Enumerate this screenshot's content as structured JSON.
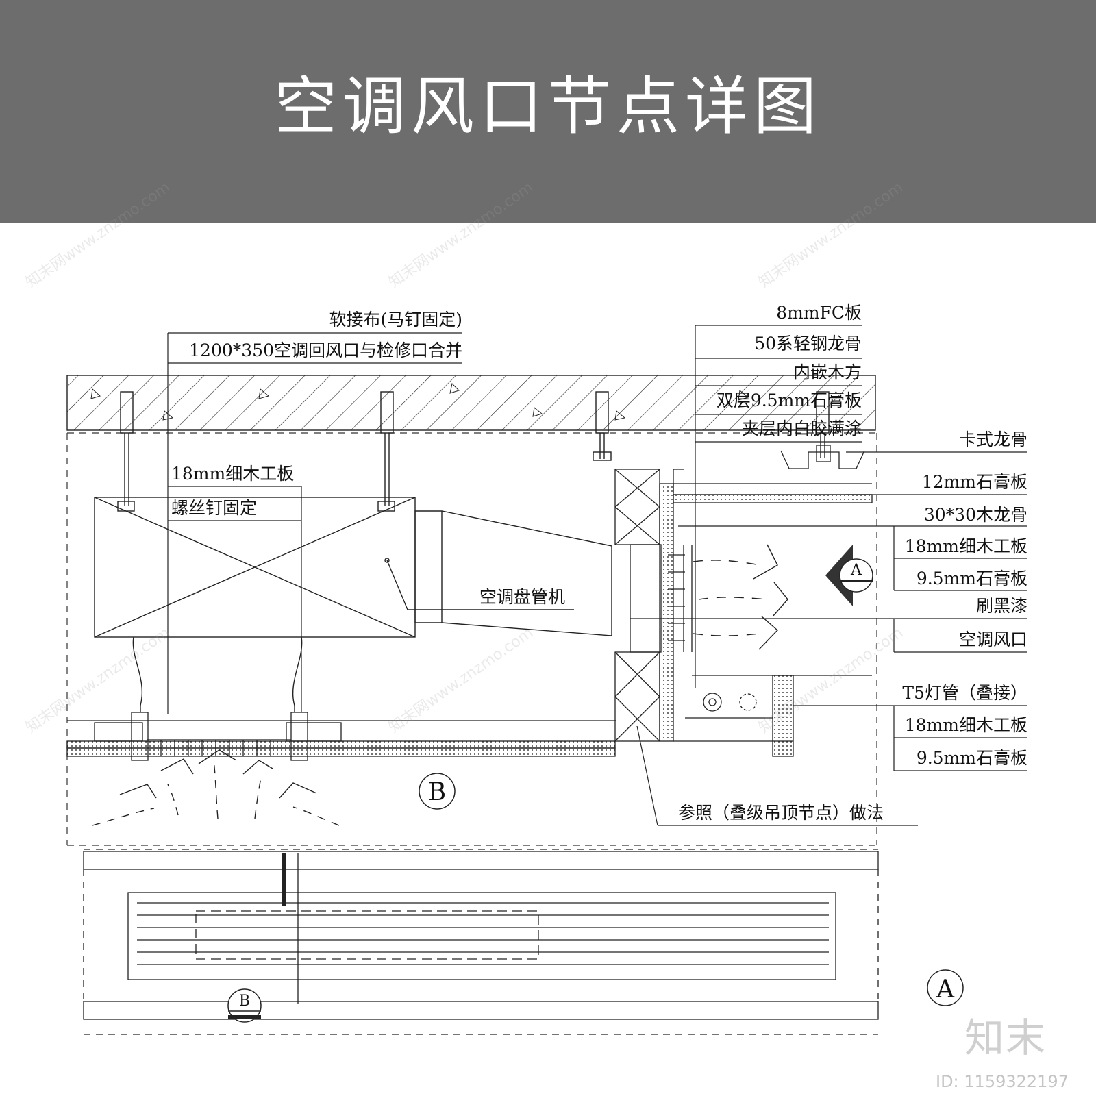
{
  "header": {
    "title": "空调风口节点详图"
  },
  "labels": {
    "soft_cloth": "软接布(马钉固定)",
    "return_vent": "1200*350空调回风口与检修口合并",
    "board18_top": "18mm细木工板",
    "screw_fix": "螺丝钉固定",
    "fan_coil": "空调盘管机",
    "ref_note": "参照（叠级吊顶节点）做法",
    "fc_board": "8mmFC板",
    "steel_keel": "50系轻钢龙骨",
    "wood_inlay": "内嵌木方",
    "double_gypsum": "双层9.5mm石膏板",
    "white_glue": "夹层内白胶满涂",
    "card_keel": "卡式龙骨",
    "gypsum12": "12mm石膏板",
    "wood_keel": "30*30木龙骨",
    "board18_mid": "18mm细木工板",
    "gypsum95_mid": "9.5mm石膏板",
    "black_paint": "刷黑漆",
    "ac_vent": "空调风口",
    "t5_lamp": "T5灯管（叠接）",
    "board18_bot": "18mm细木工板",
    "gypsum95_bot": "9.5mm石膏板"
  },
  "markers": {
    "section_b": "B",
    "section_a": "A"
  },
  "watermark": {
    "text": "知末网www.znzmo.com"
  },
  "footer": {
    "brand": "知末",
    "id": "ID: 1159322197"
  }
}
